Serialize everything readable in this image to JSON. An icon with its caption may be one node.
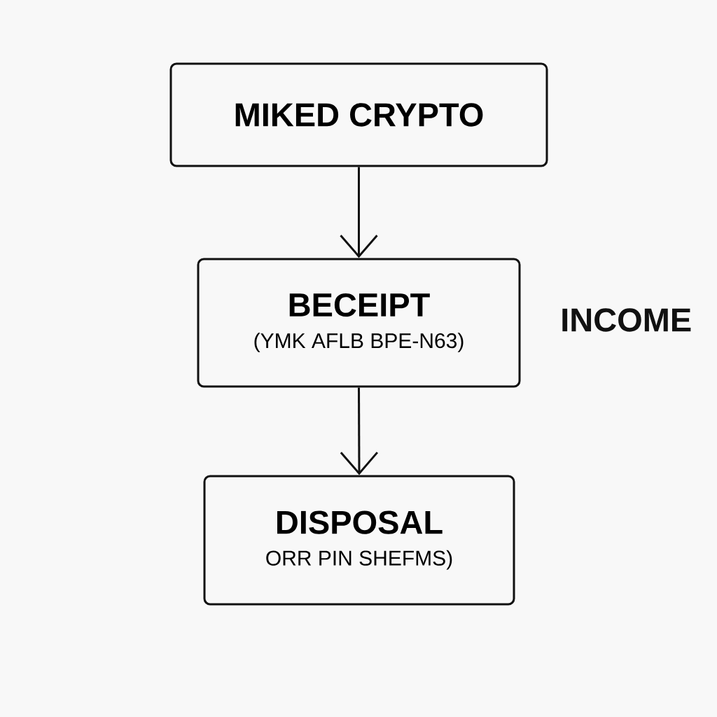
{
  "diagram": {
    "nodes": [
      {
        "text": [
          "MIKED CRYPTO"
        ]
      },
      {
        "text": [
          "BECEIPT",
          "(YMK AFLB BPE-N63)"
        ],
        "beside": [
          "INCOME"
        ]
      },
      {
        "text": [
          "DISPOSAL",
          "ORR PIN SHEFMS)"
        ]
      }
    ],
    "edges": [
      {
        "from": 0,
        "to": 1,
        "arrow": "to"
      },
      {
        "from": 1,
        "to": 2,
        "arrow": "to"
      }
    ]
  }
}
